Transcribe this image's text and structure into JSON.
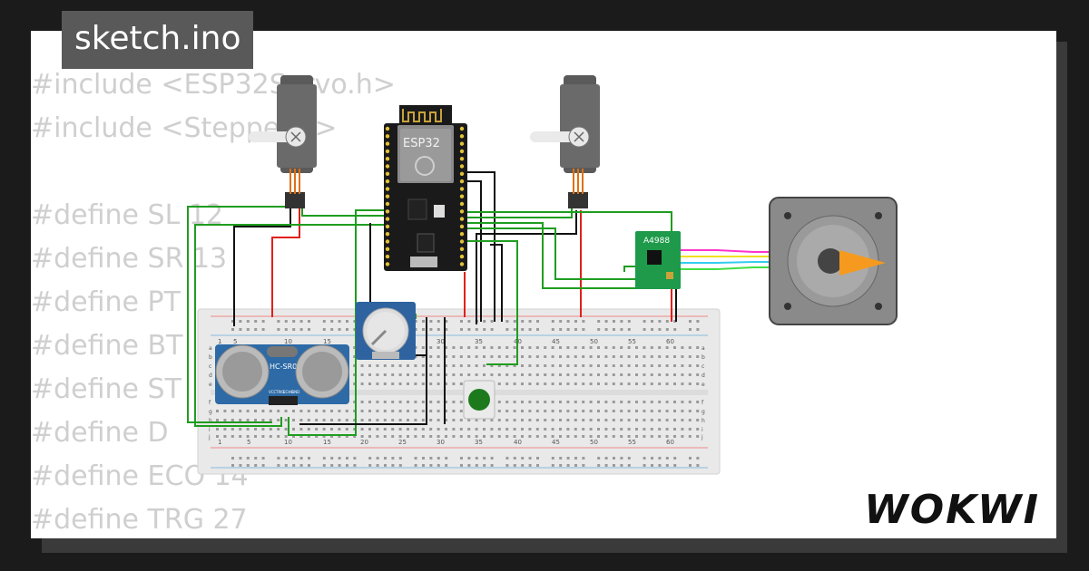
{
  "tab": {
    "label": "sketch.ino"
  },
  "code_lines": [
    "#include <ESP32Servo.h>",
    "#include <Stepper.h>",
    "",
    "#define SL 12",
    "#define SR 13",
    "#define PT",
    "#define BT",
    "#define ST",
    "#define D",
    "#define ECO 14",
    "#define TRG 27"
  ],
  "components": {
    "esp32_label": "ESP32",
    "driver_label": "A4988",
    "sensor_label": "HC-SR04",
    "sensor_pins": [
      "VCC",
      "TRIG",
      "ECHO",
      "GND"
    ]
  },
  "breadboard": {
    "column_numbers": [
      "1",
      "5",
      "10",
      "15",
      "20",
      "25",
      "30",
      "35",
      "40",
      "45",
      "50",
      "55",
      "60"
    ],
    "row_letters_top": [
      "a",
      "b",
      "c",
      "d",
      "e"
    ],
    "row_letters_bottom": [
      "f",
      "g",
      "h",
      "i",
      "j"
    ]
  },
  "brand": {
    "logo": "WOKWI"
  },
  "colors": {
    "background": "#1b1b1b",
    "frame": "#ffffff",
    "tab": "#595959",
    "code_text": "#cfcfcf",
    "wire_green": "#1f9d1f",
    "wire_black": "#111111",
    "wire_red": "#e0201a",
    "esp32_board": "#1a1a1a",
    "sensor_blue": "#2d6aa6",
    "pot_blue": "#2e63a0",
    "driver_green": "#1e9a4a",
    "stepper_gray": "#8a8a8a",
    "servo_gray": "#5a5a5a",
    "button_green": "#1c7a1c"
  }
}
